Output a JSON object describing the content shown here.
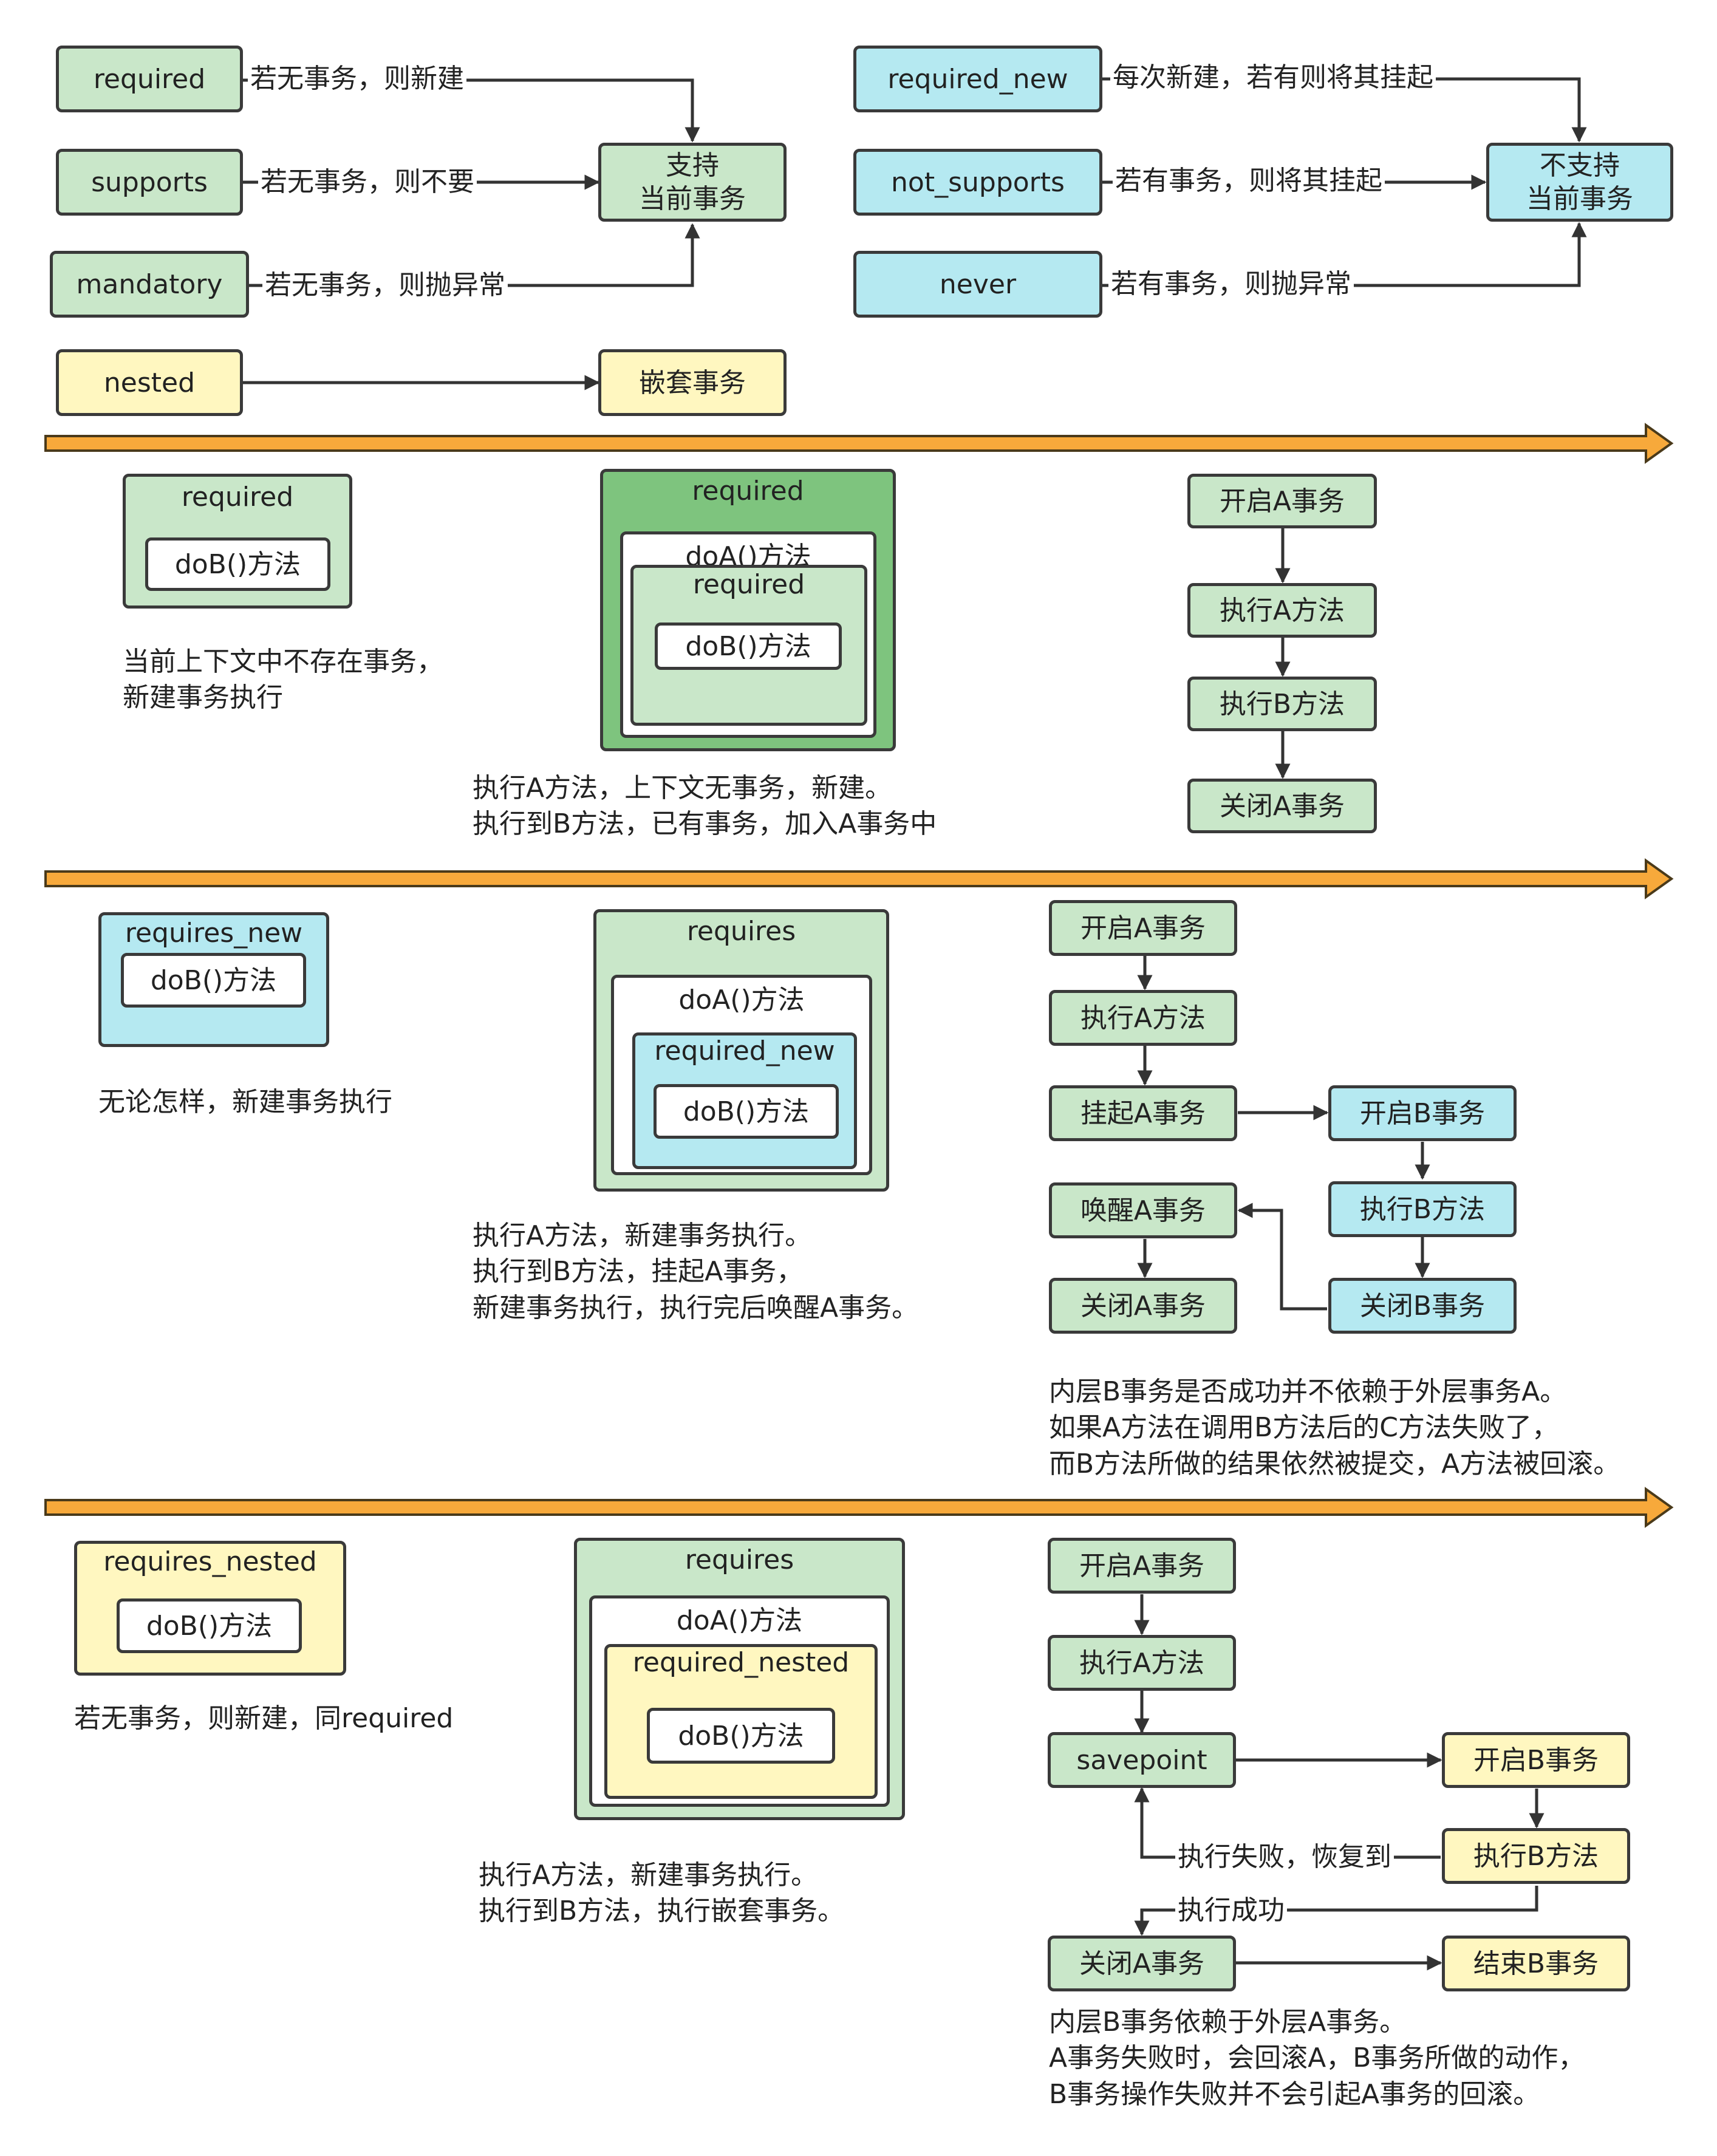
{
  "legend": {
    "required": "required",
    "required_desc": "若无事务，则新建",
    "supports": "supports",
    "supports_desc": "若无事务，则不要",
    "mandatory": "mandatory",
    "mandatory_desc": "若无事务，则抛异常",
    "support_target_1": "支持",
    "support_target_2": "当前事务",
    "nested": "nested",
    "nested_target": "嵌套事务",
    "required_new": "required_new",
    "required_new_desc": "每次新建，若有则将其挂起",
    "not_supports": "not_supports",
    "not_supports_desc": "若有事务，则将其挂起",
    "never": "never",
    "never_desc": "若有事务，则抛异常",
    "nosupport_target_1": "不支持",
    "nosupport_target_2": "当前事务"
  },
  "section1": {
    "box_title": "required",
    "box_inner": "doB()方法",
    "note_lines": [
      "当前上下文中不存在事务，",
      "新建事务执行"
    ],
    "outer_title": "required",
    "doA": "doA()方法",
    "inner_title": "required",
    "inner_doB": "doB()方法",
    "example_lines": [
      "执行A方法，上下文无事务，新建。",
      "执行到B方法，已有事务，加入A事务中"
    ],
    "flow": [
      "开启A事务",
      "执行A方法",
      "执行B方法",
      "关闭A事务"
    ]
  },
  "section2": {
    "box_title": "requires_new",
    "box_inner": "doB()方法",
    "note": "无论怎样，新建事务执行",
    "outer_title": "requires",
    "doA": "doA()方法",
    "inner_title": "required_new",
    "inner_doB": "doB()方法",
    "example_lines": [
      "执行A方法，新建事务执行。",
      "执行到B方法，挂起A事务，",
      "新建事务执行，执行完后唤醒A事务。"
    ],
    "flow_a": [
      "开启A事务",
      "执行A方法",
      "挂起A事务",
      "唤醒A事务",
      "关闭A事务"
    ],
    "flow_b": [
      "开启B事务",
      "执行B方法",
      "关闭B事务"
    ],
    "summary_lines": [
      "内层B事务是否成功并不依赖于外层事务A。",
      "如果A方法在调用B方法后的C方法失败了，",
      "而B方法所做的结果依然被提交，A方法被回滚。"
    ]
  },
  "section3": {
    "box_title": "requires_nested",
    "box_inner": "doB()方法",
    "note": "若无事务，则新建，同required",
    "outer_title": "requires",
    "doA": "doA()方法",
    "inner_title": "required_nested",
    "inner_doB": "doB()方法",
    "example_lines": [
      "执行A方法，新建事务执行。",
      "执行到B方法，执行嵌套事务。"
    ],
    "flow_a": [
      "开启A事务",
      "执行A方法",
      "savepoint",
      "关闭A事务"
    ],
    "flow_b": [
      "开启B事务",
      "执行B方法",
      "结束B事务"
    ],
    "fail_label": "执行失败，恢复到",
    "success_label": "执行成功",
    "summary_lines": [
      "内层B事务依赖于外层A事务。",
      "A事务失败时，会回滚A，B事务所做的动作，",
      "B事务操作失败并不会引起A事务的回滚。"
    ]
  },
  "colors": {
    "green": "#c9e7c9",
    "dark_green": "#7ec47e",
    "cyan": "#b5e9f1",
    "yellow": "#fff7c0",
    "timeline": "#f7a93b",
    "border": "#3a3a3a"
  }
}
